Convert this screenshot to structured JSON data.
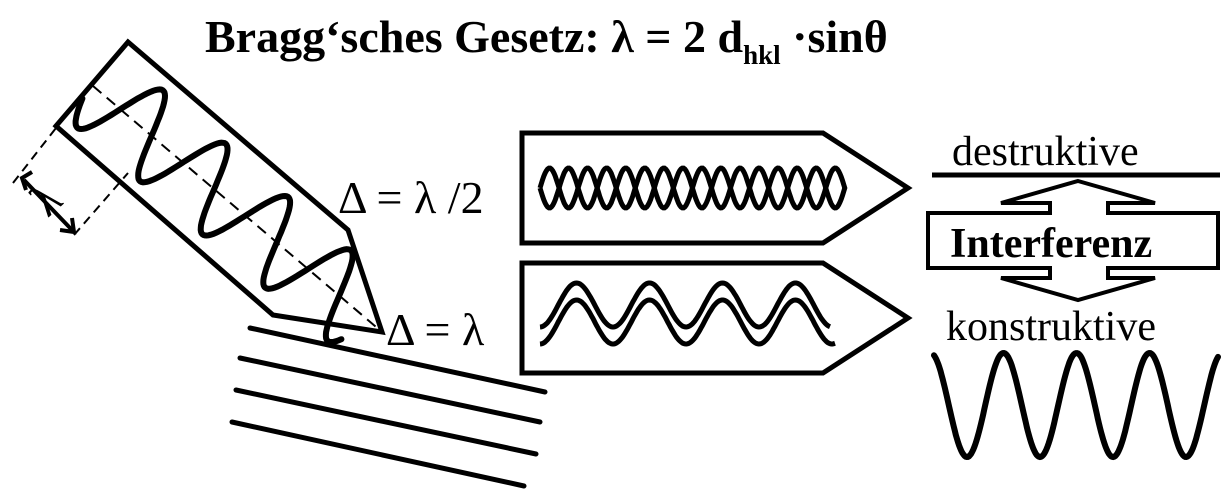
{
  "title": {
    "prefix": "Bragg‘sches Gesetz: λ = 2 d",
    "subscript": "hkl",
    "suffix": " ·sinθ"
  },
  "wavelength_symbol": "λ",
  "path_difference": {
    "half": "Δ = λ /2",
    "full": "Δ = λ"
  },
  "interference": {
    "destructive": "destruktive",
    "label": "Interferenz",
    "constructive": "konstruktive"
  }
}
